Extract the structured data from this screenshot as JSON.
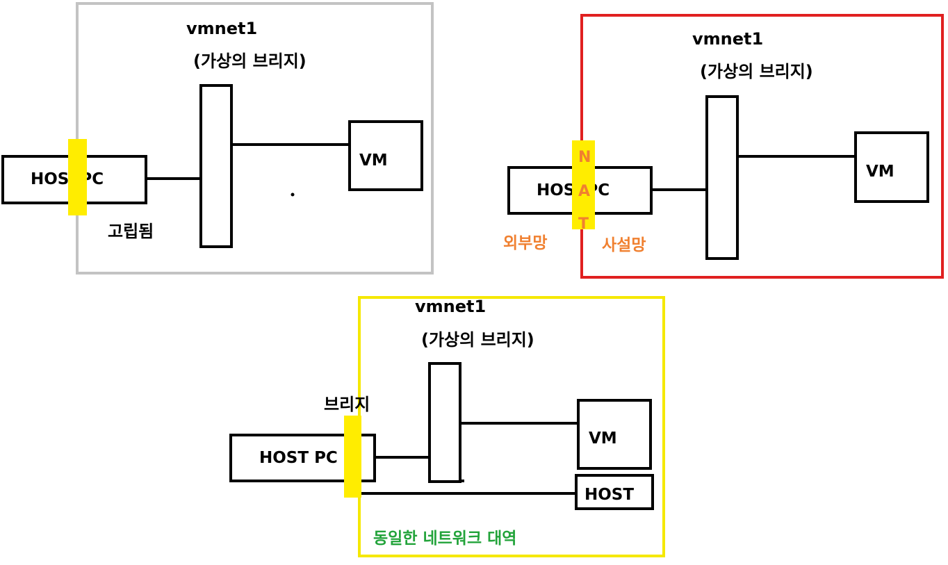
{
  "colors": {
    "host_only_frame": "#C3C3C3",
    "nat_frame": "#E02020",
    "bridge_frame": "#F5E800",
    "highlight": "#FFED00",
    "orange_text": "#F08030",
    "green_text": "#22A33A"
  },
  "host_only": {
    "network_name": "vmnet1",
    "bridge_label": "(가상의 브리지)",
    "host_label": "HOS  PC",
    "vm_label": "VM",
    "note": "고립됨"
  },
  "nat": {
    "network_name": "vmnet1",
    "bridge_label": "(가상의 브리지)",
    "host_label": "HOS  PC",
    "vm_label": "VM",
    "nat_letters": [
      "N",
      "A",
      "T"
    ],
    "external_label": "외부망",
    "private_label": "사설망"
  },
  "bridged": {
    "network_name": "vmnet1",
    "bridge_label": "(가상의 브리지)",
    "bridge_tag": "브리지",
    "host_label": "HOST PC",
    "vm_label": "VM",
    "host2_label": "HOST",
    "same_network_label": "동일한 네트워크 대역"
  }
}
